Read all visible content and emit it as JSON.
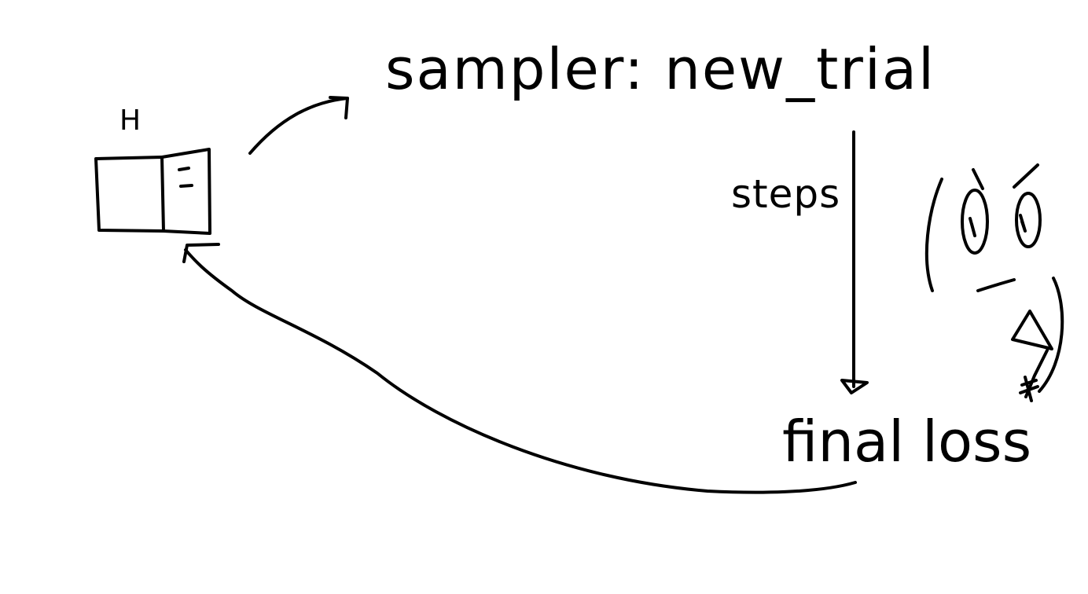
{
  "diagram": {
    "hyperparameter_label": "H",
    "sampler_label": "sampler: new_trial",
    "steps_label": "steps",
    "loss_label": "final loss"
  },
  "colors": {
    "ink": "#000000",
    "background": "#ffffff"
  }
}
